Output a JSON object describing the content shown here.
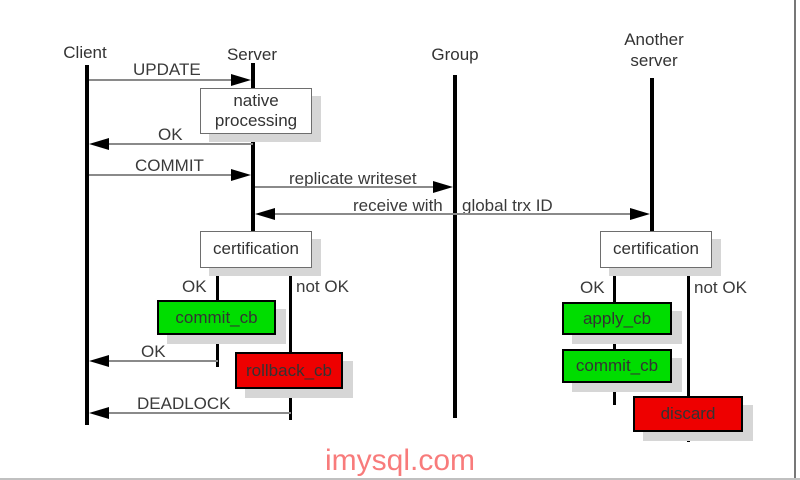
{
  "actors": {
    "client": "Client",
    "server": "Server",
    "group": "Group",
    "another_server": "Another server"
  },
  "messages": {
    "update": "UPDATE",
    "ok_native": "OK",
    "commit": "COMMIT",
    "replicate": "replicate writeset",
    "receive_left": "receive with",
    "receive_right": "global trx ID",
    "ok_commit": "OK",
    "deadlock": "DEADLOCK"
  },
  "boxes": {
    "native_processing": "native processing",
    "certification_left": "certification",
    "certification_right": "certification",
    "commit_cb_left": "commit_cb",
    "rollback_cb": "rollback_cb",
    "apply_cb": "apply_cb",
    "commit_cb_right": "commit_cb",
    "discard": "discard"
  },
  "branches": {
    "left_ok": "OK",
    "left_not_ok": "not OK",
    "right_ok": "OK",
    "right_not_ok": "not OK"
  },
  "watermark": "imysql.com",
  "colors": {
    "success_box": "#00dd00",
    "failure_box": "#ee0000",
    "lifeline": "#000000",
    "arrow_line": "#8a8a8a",
    "arrowhead": "#000000",
    "box_shadow": "#d6d6d6",
    "text": "#333333",
    "watermark": "#f87b7b"
  }
}
